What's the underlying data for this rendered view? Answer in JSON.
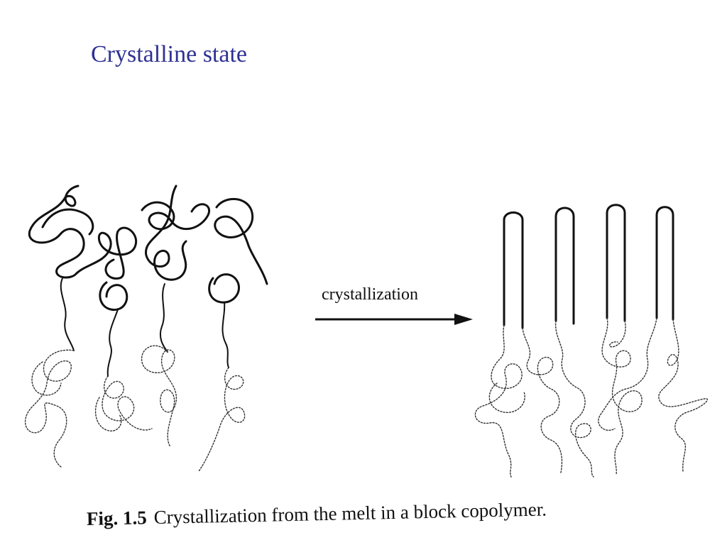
{
  "slide": {
    "title": "Crystalline state"
  },
  "figure": {
    "arrow_label": "crystallization",
    "caption_number": "Fig. 1.5",
    "caption_text": "Crystallization from the melt in a block copolymer.",
    "colors": {
      "title": "#2e3192",
      "ink": "#111111"
    }
  }
}
